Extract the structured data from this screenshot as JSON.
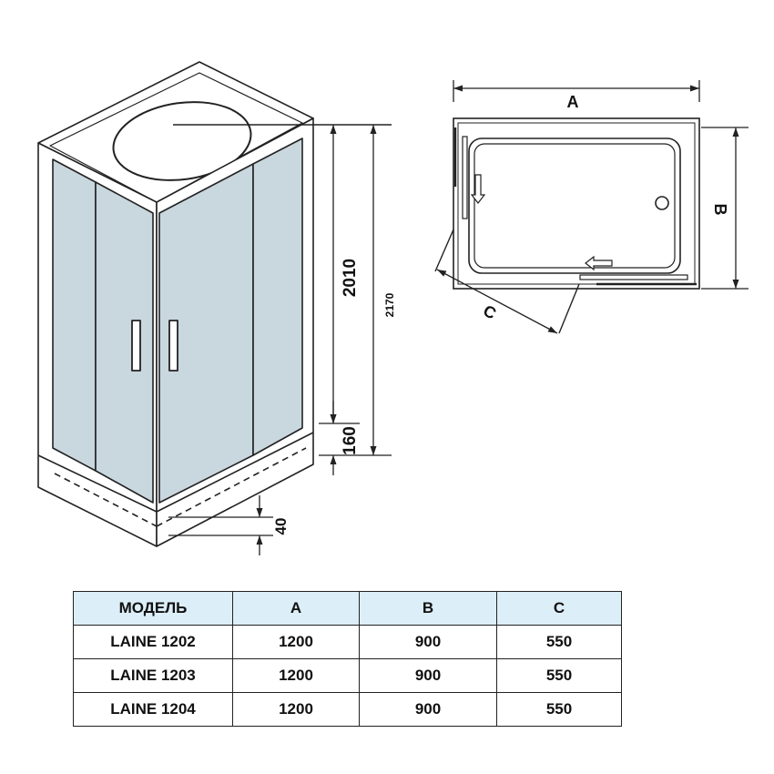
{
  "cabin_dimensions": {
    "height_cabin": "2010",
    "height_total": "2170",
    "height_base": "160",
    "height_tray": "40"
  },
  "plan_labels": {
    "width": "A",
    "depth": "B",
    "door": "C"
  },
  "table": {
    "headers": [
      "МОДЕЛЬ",
      "A",
      "B",
      "C"
    ],
    "rows": [
      [
        "LAINE 1202",
        "1200",
        "900",
        "550"
      ],
      [
        "LAINE 1203",
        "1200",
        "900",
        "550"
      ],
      [
        "LAINE 1204",
        "1200",
        "900",
        "550"
      ]
    ]
  },
  "colors": {
    "glass": "#c9d7df",
    "header": "#dceef8",
    "line": "#222222"
  }
}
